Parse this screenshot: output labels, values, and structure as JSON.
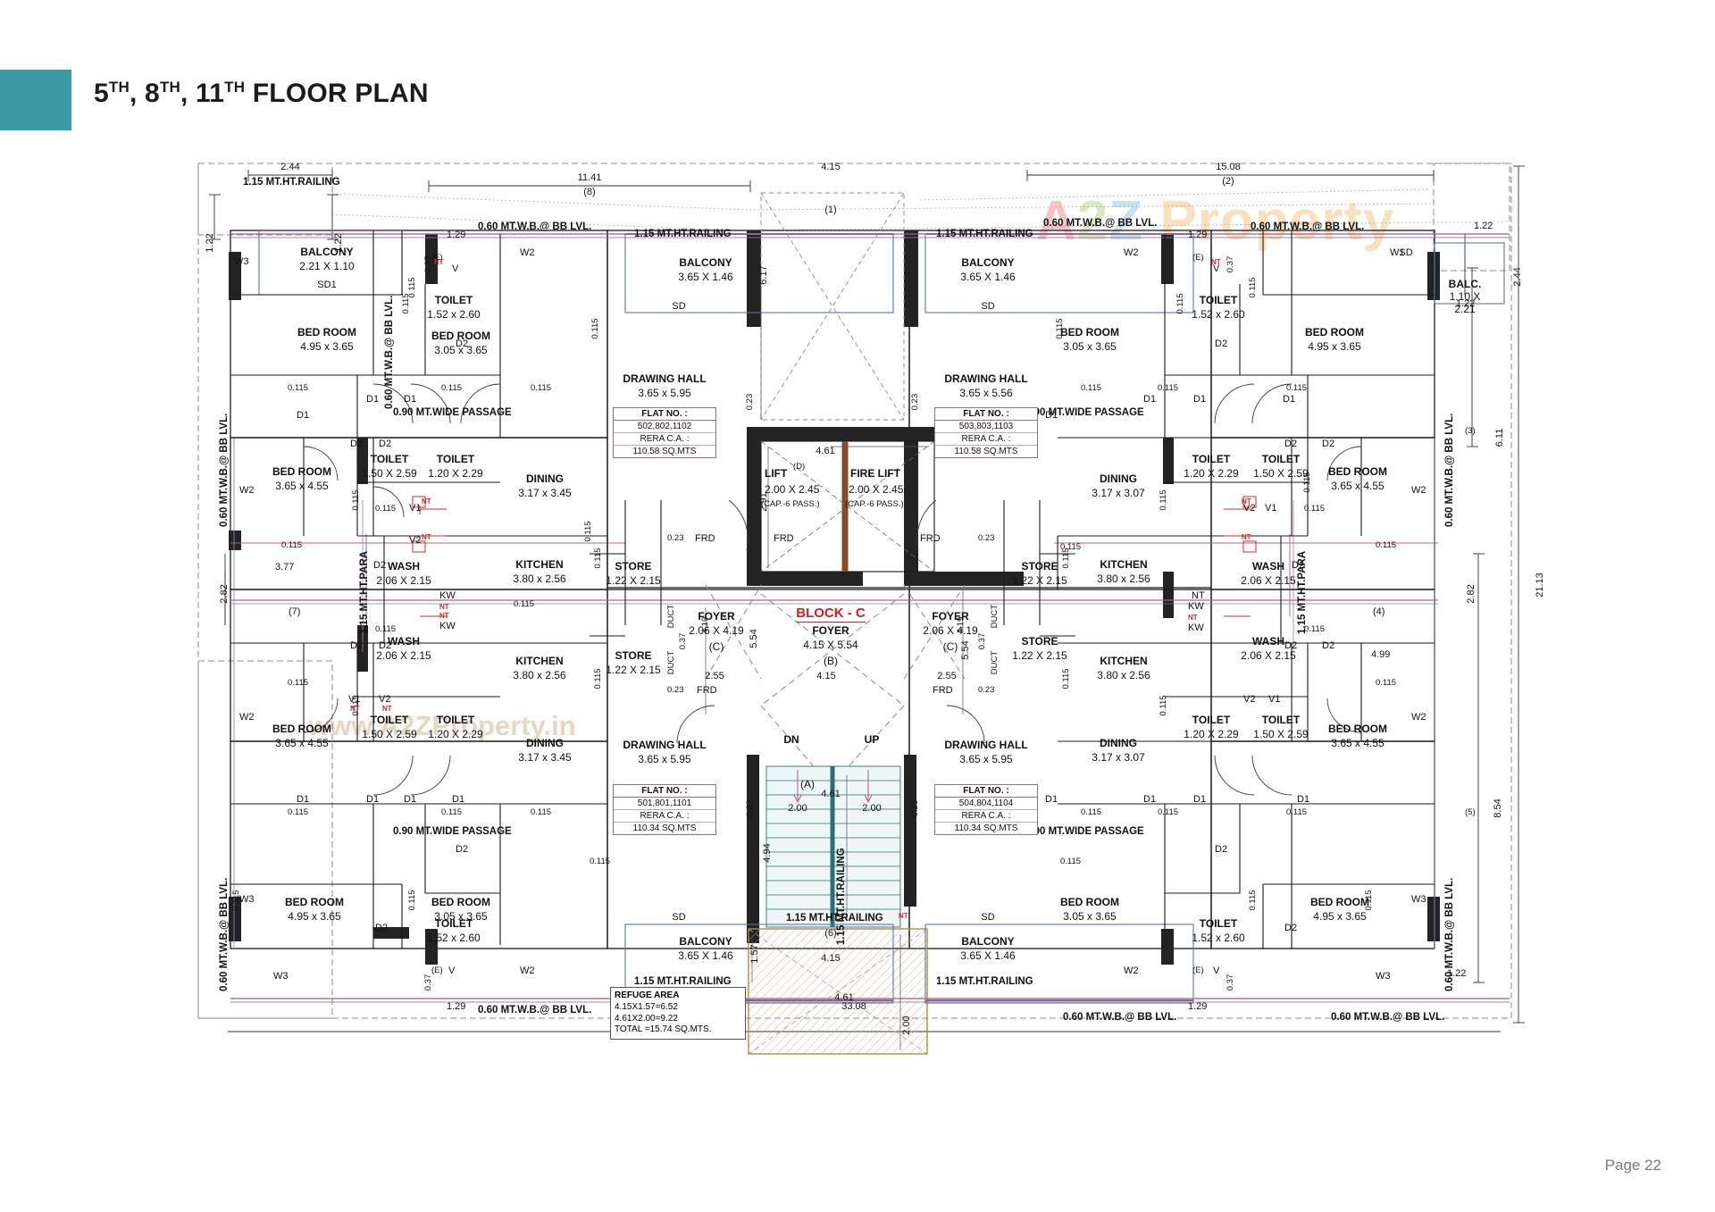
{
  "header": {
    "title_parts": [
      "5",
      "TH",
      ", 8",
      "TH",
      ", 11",
      "TH",
      " FLOOR PLAN"
    ],
    "title_plain": "5TH, 8TH, 11TH FLOOR PLAN",
    "accent_color": "#3b9aa4"
  },
  "footer": {
    "page_label": "Page 22"
  },
  "watermark": {
    "brand": "A2Z Property",
    "url": "www.A2ZProperty.in",
    "brand_colors": [
      "#e8505b",
      "#8fc04a",
      "#5aa9d6",
      "#f0a93c"
    ]
  },
  "block": {
    "name": "BLOCK - C",
    "name_color": "#cf1f1f",
    "foyer_label": "FOYER",
    "foyer_dim": "4.15 X 5.54",
    "foyer_ref": "(B)"
  },
  "core": {
    "lift_label": "LIFT",
    "lift_dim": "2.00 X 2.45",
    "lift_cap": "(CAP.-6 PASS.)",
    "fire_lift_label": "FIRE LIFT",
    "fire_lift_dim": "2.00 X 2.45",
    "fire_lift_cap": "(CAP.-6 PASS.)",
    "lift_ref": "(D)",
    "lift_width": "4.61",
    "lift_depth": "2.91",
    "stair_dn": "DN",
    "stair_up": "UP",
    "stair_ref": "(A)",
    "stair_dim_h": "4.61",
    "stair_dim_v": "4.94",
    "stair_tread_left": "2.00",
    "stair_tread_right": "2.00",
    "frd_label": "FRD",
    "duct_label": "DUCT",
    "mid_dim_1": "5.54",
    "mid_dim_2": "4.15",
    "mid_dim_3": "2.55",
    "top_dim": "6.17",
    "top_ref": "(1)"
  },
  "refuge": {
    "title": "REFUGE AREA",
    "calc1": "4.15X1.57=6.52",
    "calc2": "4.61X2.00=9.22",
    "total": "TOTAL =15.74 SQ.MTS.",
    "dim_w1": "4.15",
    "dim_h1": "1.57",
    "dim_w2": "4.61",
    "dim_h2": "2.00",
    "dim_extra": "33.08",
    "ref": "(6)",
    "railing_note": "1.15 MT.HT.RAILING"
  },
  "flats": [
    {
      "id": "top-left",
      "hall": "DRAWING HALL",
      "hall_dim": "3.65 x 5.95",
      "flat_hd": "FLAT NO. :",
      "flat_no": "502,802,1102",
      "rera_hd": "RERA C.A. :",
      "rera": "110.58 SQ.MTS"
    },
    {
      "id": "top-right",
      "hall": "DRAWING HALL",
      "hall_dim": "3.65 x 5.56",
      "flat_hd": "FLAT NO. :",
      "flat_no": "503,803,1103",
      "rera_hd": "RERA C.A. :",
      "rera": "110.58 SQ.MTS"
    },
    {
      "id": "bottom-left",
      "hall": "DRAWING HALL",
      "hall_dim": "3.65 x 5.95",
      "flat_hd": "FLAT NO. :",
      "flat_no": "501,801,1101",
      "rera_hd": "RERA C.A. :",
      "rera": "110.34 SQ.MTS"
    },
    {
      "id": "bottom-right",
      "hall": "DRAWING HALL",
      "hall_dim": "3.65 x 5.95",
      "flat_hd": "FLAT NO. :",
      "flat_no": "504,804,1104",
      "rera_hd": "RERA C.A. :",
      "rera": "110.34 SQ.MTS"
    }
  ],
  "rooms": {
    "bedroom": "BED ROOM",
    "toilet": "TOILET",
    "kitchen": "KITCHEN",
    "dining": "DINING",
    "wash": "WASH",
    "store": "STORE",
    "balcony": "BALCONY",
    "balc_short": "BALC.",
    "foyer": "FOYER"
  },
  "notes": {
    "railing_115": "1.15 MT.HT.RAILING",
    "wb_060": "0.60 MT.W.B.@ BB LVL.",
    "passage_090": "0.90 MT.WIDE PASSAGE",
    "para_115": "1.15 MT.HT.PARA"
  },
  "tl": {
    "balcony_dim": "2.21 X 1.10",
    "sd1": "SD1",
    "w3a": "W3",
    "bed1": "4.95 x 3.65",
    "bed2": "3.65 x 4.55",
    "w2a": "W2",
    "toilet_a": "1.52 x 2.60",
    "toilet_b": "1.50 X 2.59",
    "toilet_c": "1.20 X 2.29",
    "bed3": "3.05 x 3.65",
    "w2b": "W2",
    "e_tag": "(E)",
    "v_tag": "V",
    "dining": "3.17 x 3.45",
    "kitchen": "3.80 x 2.56",
    "wash": "2.06 X 2.15",
    "store": "1.22 X 2.15",
    "foyer_dim": "2.06 X 4.19",
    "foyer_ref": "(C)",
    "balcony_big": "3.65 X 1.46",
    "sd": "SD",
    "d1": "D1",
    "d2": "D2",
    "kw": "KW",
    "nt": "NT",
    "v1": "V1",
    "v2": "V2"
  },
  "dims": {
    "top_244": "2.44",
    "top_1141": "11.41",
    "top_ref8": "(8)",
    "top_415": "4.15",
    "top_1508": "15.08",
    "top_ref2": "(2)",
    "l_122": "1.22",
    "r_122": "1.22",
    "r_244": "2.44",
    "r_611": "6.11",
    "right_2113": "21.13",
    "right_854": "8.54",
    "right_282": "2.82",
    "left_282": "2.82",
    "left_377": "3.77",
    "left_ref7": "(7)",
    "right_499": "4.99",
    "right_ref4": "(4)",
    "right_ref3": "(3)",
    "right_ref5": "(5)",
    "t_115": "0.115",
    "t_023": "0.23",
    "t_037": "0.37",
    "t_129": "1.29"
  }
}
